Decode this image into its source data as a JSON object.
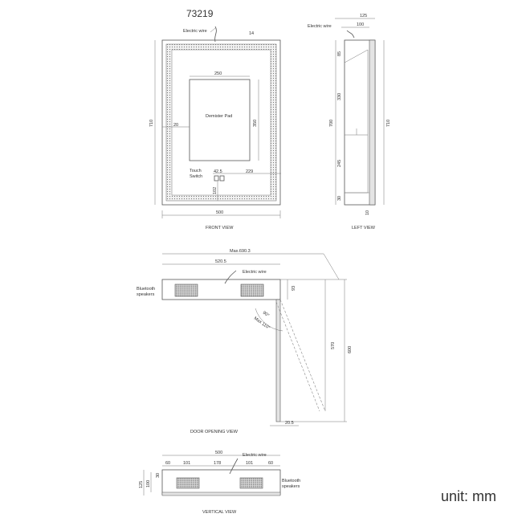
{
  "title": {
    "model": "73219",
    "unit": "unit: mm"
  },
  "front_view": {
    "caption": "FRONT VIEW",
    "electric_wire": "Electric wire",
    "dim_14": "14",
    "dim_250": "250",
    "demister_pad": "Demister Pad",
    "dim_710": "710",
    "dim_20": "20",
    "dim_350": "350",
    "touch": "Touch",
    "switch": "Switch",
    "dim_42_5": "42.5",
    "dim_229": "229",
    "dim_102": "102",
    "dim_500": "500"
  },
  "left_view": {
    "caption": "LEFT VIEW",
    "electric_wire": "Electric wire",
    "dim_125": "125",
    "dim_100": "100",
    "dim_85": "85",
    "dim_330": "330",
    "dim_700": "700",
    "dim_245": "245",
    "dim_30": "30",
    "dim_10": "10",
    "dim_710": "710"
  },
  "door_view": {
    "caption": "DOOR  OPENING  VIEW",
    "max_width": "Max.690.3",
    "dim_520_5": "520.5",
    "electric_wire": "Electric wire",
    "bluetooth_1": "Bluetooth",
    "bluetooth_2": "speakers",
    "dim_93": "93",
    "angle_90": "90°",
    "angle_max": "Max 110°",
    "dim_570": "570",
    "dim_600": "600",
    "dim_20_5": "20.5"
  },
  "vertical_view": {
    "caption": "VERTICAL VIEW",
    "dim_500": "500",
    "electric_wire": "Electric wire",
    "dim_60a": "60",
    "dim_101a": "101",
    "dim_178": "178",
    "dim_101b": "101",
    "dim_60b": "60",
    "dim_125": "125",
    "dim_100": "100",
    "dim_30": "30",
    "bluetooth_1": "Bluetooth",
    "bluetooth_2": "speakers"
  }
}
